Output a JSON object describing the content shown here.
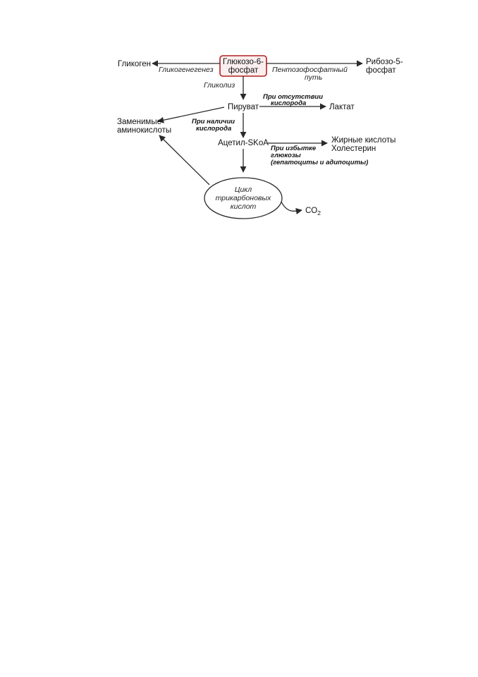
{
  "nodes": {
    "glycogen": "Гликоген",
    "g6p_line1": "Глюкозо-6-",
    "g6p_line2": "фосфат",
    "ribose_line1": "Рибозо-5-",
    "ribose_line2": "фосфат",
    "pyruvate": "Пируват",
    "lactate": "Лактат",
    "amino_line1": "Заменимые",
    "amino_line2": "аминокислоты",
    "acetyl": "Ацетил-SKoA",
    "fatty_acids": "Жирные кислоты",
    "cholesterol": "Холестерин",
    "cycle_line1": "Цикл",
    "cycle_line2": "трикарбоновых",
    "cycle_line3": "кислот",
    "co2": "CO",
    "co2_sub": "2"
  },
  "labels": {
    "glycogenesis": "Гликогенегенез",
    "pentose_line1": "Пентозофосфатный",
    "pentose_line2": "путь",
    "glycolysis": "Гликолиз",
    "no_oxygen_line1": "При отсутствии",
    "no_oxygen_line2": "кислорода",
    "with_oxygen_line1": "При наличии",
    "with_oxygen_line2": "кислорода",
    "excess_line1": "При избытке",
    "excess_line2": "глюкозы",
    "excess_line3": "(гепатоциты и адипоциты)"
  },
  "colors": {
    "highlight_border": "#b22222",
    "highlight_fill": "#fbeeee",
    "line": "#2a2a2a"
  }
}
